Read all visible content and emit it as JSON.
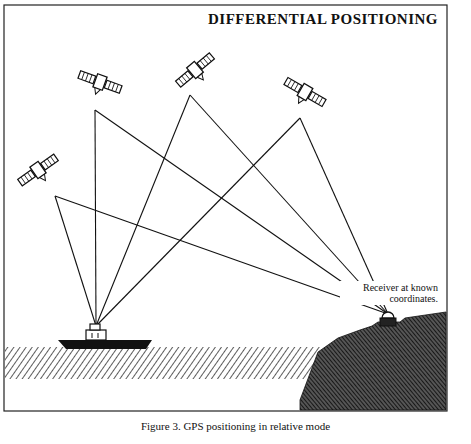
{
  "diagram": {
    "title": "DIFFERENTIAL POSITIONING",
    "caption": "Figure 3. GPS positioning in relative mode",
    "labels": [
      "Receiver at known coordinates."
    ]
  }
}
